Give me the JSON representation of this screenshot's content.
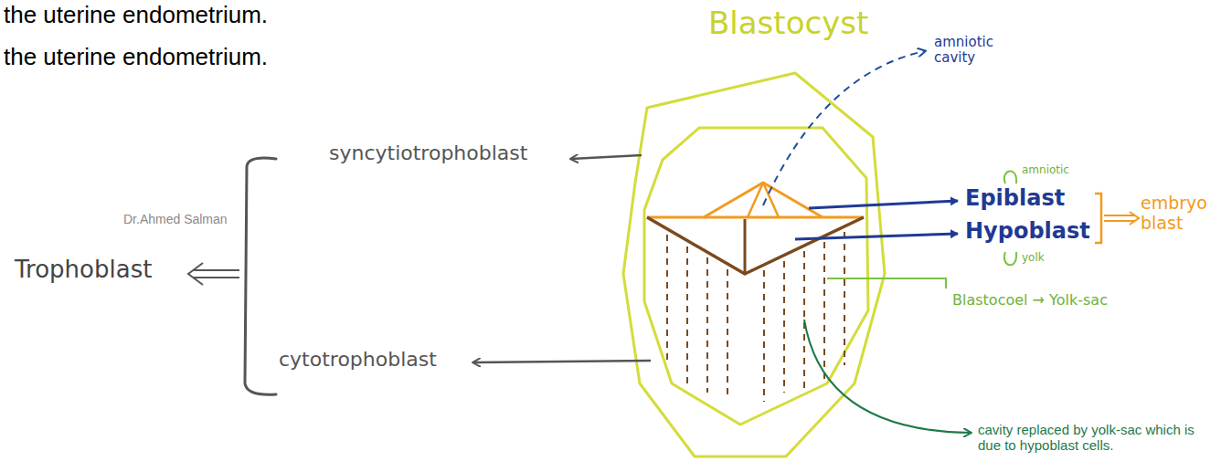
{
  "diagram": {
    "title": "Blastocyst",
    "labels": [
      "the uterine endometrium.",
      "the uterine endometrium.",
      "amniotic cavity",
      "syncytiotrophoblast",
      "Dr.Ahmed Salman",
      "Trophoblast",
      "cytotrophoblast",
      "amniotic",
      "Epiblast",
      "Hypoblast",
      "yolk",
      "embryo blast",
      "Blastocoel → Yolk-sac",
      "cavity replaced by yolk-sac which is due to hypoblast cells."
    ]
  }
}
